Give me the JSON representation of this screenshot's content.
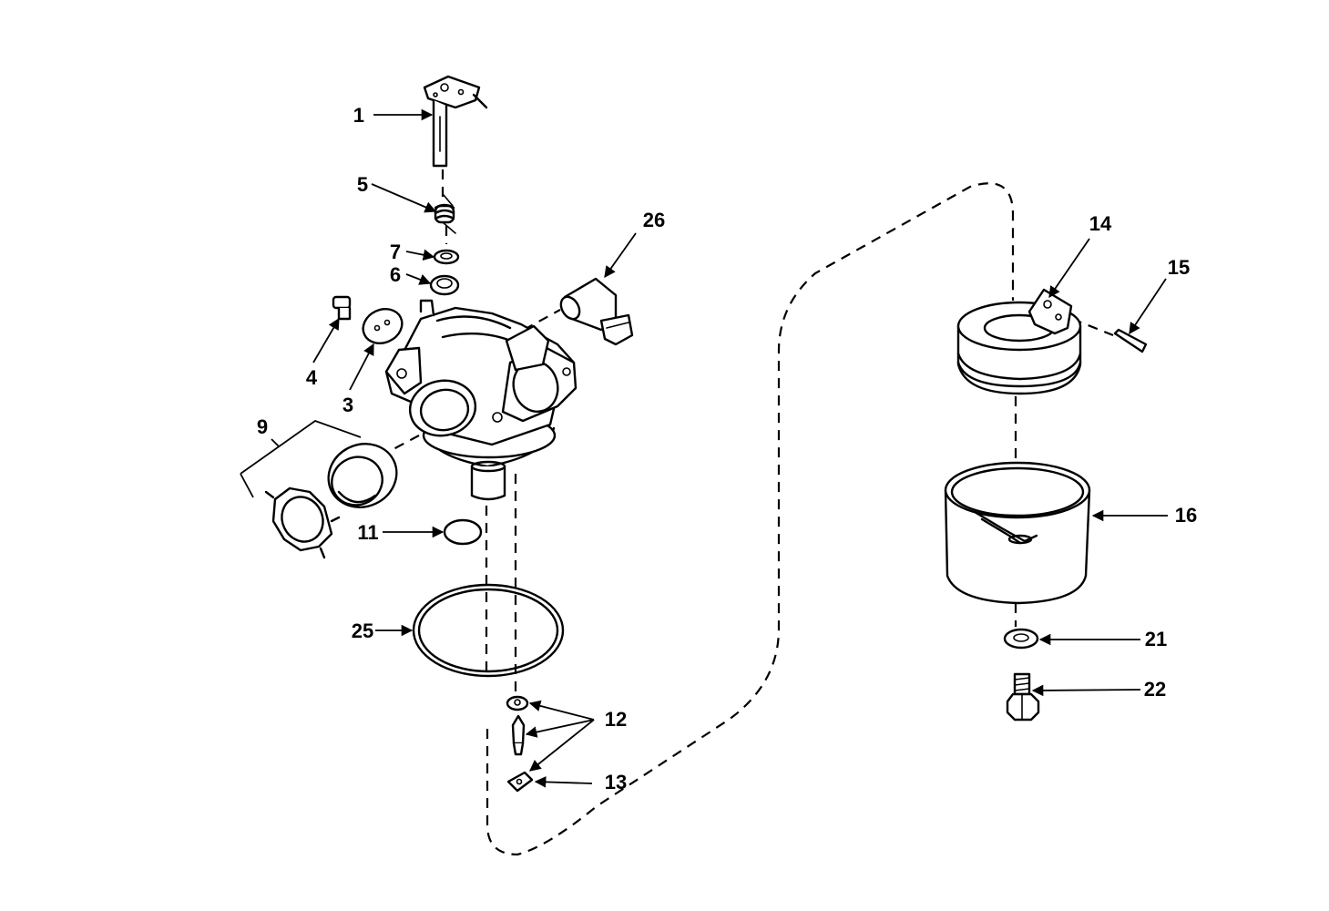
{
  "diagram": {
    "callouts": {
      "c1": "1",
      "c3": "3",
      "c4": "4",
      "c5": "5",
      "c6": "6",
      "c7": "7",
      "c9": "9",
      "c11": "11",
      "c12": "12",
      "c13": "13",
      "c14": "14",
      "c15": "15",
      "c16": "16",
      "c21": "21",
      "c22": "22",
      "c25": "25",
      "c26": "26"
    }
  }
}
